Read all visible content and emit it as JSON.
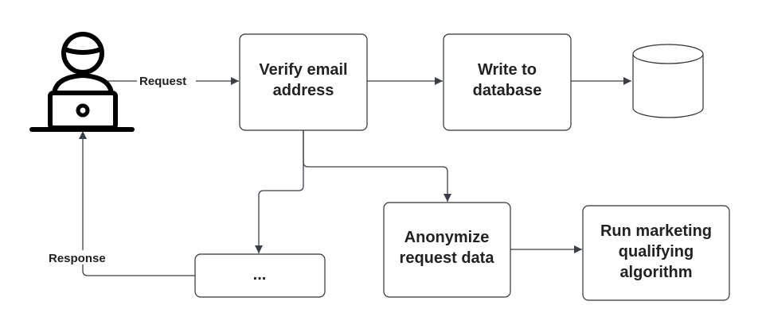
{
  "nodes": {
    "verify": {
      "lines": [
        "Verify email",
        "address"
      ]
    },
    "write": {
      "lines": [
        "Write to",
        "database"
      ]
    },
    "anonymize": {
      "lines": [
        "Anonymize",
        "request data"
      ]
    },
    "marketing": {
      "lines": [
        "Run marketing",
        "qualifying",
        "algorithm"
      ]
    },
    "ellipsis": {
      "lines": [
        "..."
      ]
    }
  },
  "edges": {
    "request": "Request",
    "response": "Response"
  },
  "icons": {
    "user": "user-at-laptop-icon",
    "database": "database-cylinder-icon"
  },
  "colors": {
    "stroke": "#333333",
    "edge": "#3a3f47",
    "text": "#222222",
    "background": "#ffffff"
  }
}
